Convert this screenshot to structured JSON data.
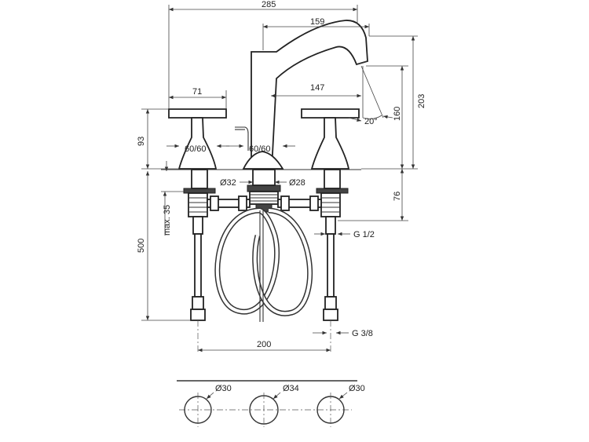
{
  "dimensions": {
    "overall_width": "285",
    "spout_reach": "159",
    "spout_inner": "147",
    "handle_width": "71",
    "spout_angle": "20°",
    "spout_height": "160",
    "total_height": "203",
    "handle_height": "93",
    "handle_base_left": "60/60",
    "handle_base_center": "60/60",
    "diam_32": "Ø32",
    "diam_28": "Ø28",
    "height_76": "76",
    "max_35": "max. 35",
    "hose_length": "500",
    "thread_g12": "G 1/2",
    "thread_g38": "G 3/8",
    "spacing_200": "200",
    "hole_left": "Ø30",
    "hole_center": "Ø34",
    "hole_right": "Ø30"
  }
}
